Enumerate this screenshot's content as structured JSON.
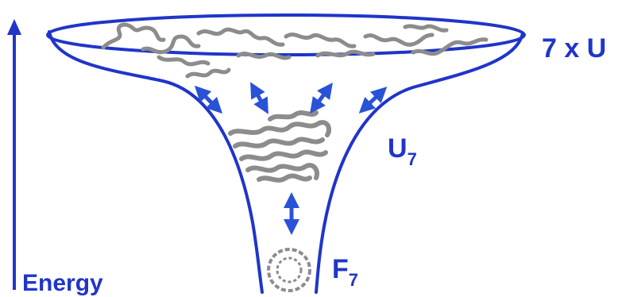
{
  "labels": {
    "unfolded_many": "7 x U",
    "unfolded_intermediate": "U",
    "unfolded_intermediate_sub": "7",
    "folded": "F",
    "folded_sub": "7",
    "axis": "Energy"
  },
  "colors": {
    "funnel": "#1f35c9",
    "arrow": "#2a52d6",
    "chain": "#8c8c8c",
    "text": "#1f35c9"
  },
  "icons": {
    "axis_arrow": "up-arrow-icon",
    "transition_arrow": "double-headed-arrow-icon"
  }
}
